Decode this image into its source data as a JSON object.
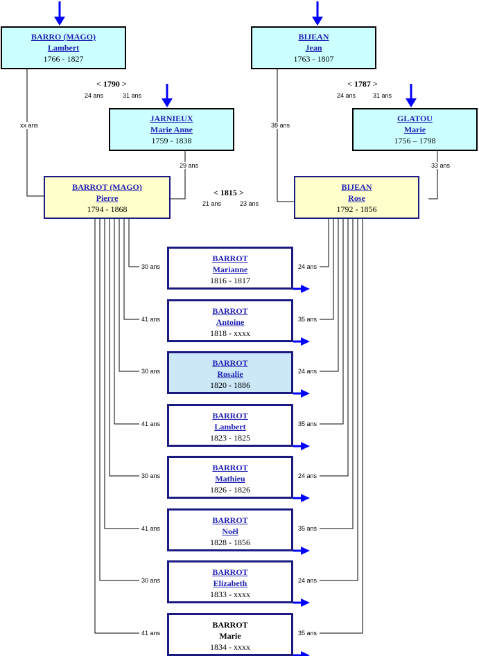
{
  "ancestors": {
    "barro_lambert": {
      "surname": "BARRO (MAGO)",
      "given": "Lambert",
      "years": "1766 - 1827"
    },
    "bijean_jean": {
      "surname": "BIJEAN",
      "given": "Jean",
      "years": "1763 - 1807"
    },
    "jarnieux_marie": {
      "surname": "JARNIEUX",
      "given": "Marie Anne",
      "years": "1759 - 1838"
    },
    "glatou_marie": {
      "surname": "GLATOU",
      "given": "Marie",
      "years": "1756 – 1798"
    }
  },
  "parents": {
    "father": {
      "surname": "BARROT (MAGO)",
      "given": "Pierre",
      "years": "1794 - 1868"
    },
    "mother": {
      "surname": "BIJEAN",
      "given": "Rose",
      "years": "1792 - 1856"
    }
  },
  "marriages": {
    "gp_paternal": {
      "year": "< 1790 >",
      "age_left": "24 ans",
      "age_right": "31 ans"
    },
    "gp_maternal": {
      "year": "< 1787 >",
      "age_left": "24 ans",
      "age_right": "31 ans"
    },
    "parents": {
      "year": "< 1815 >",
      "age_left": "21 ans",
      "age_right": "23 ans"
    }
  },
  "ages": {
    "lambert": "xx ans",
    "marie_anne": "29 ans",
    "jean": "38 ans",
    "glatou": "33 ans"
  },
  "children": [
    {
      "surname": "BARROT",
      "given": "Marianne",
      "years": "1816 - 1817",
      "age_father": "30 ans",
      "age_mother": "24 ans",
      "link": true
    },
    {
      "surname": "BARROT",
      "given": "Antoine",
      "years": "1818 - xxxx",
      "age_father": "41 ans",
      "age_mother": "35 ans",
      "link": true
    },
    {
      "surname": "BARROT",
      "given": "Rosalie",
      "years": "1820 - 1886",
      "age_father": "30 ans",
      "age_mother": "24 ans",
      "link": true
    },
    {
      "surname": "BARROT",
      "given": "Lambert",
      "years": "1823 - 1825",
      "age_father": "41 ans",
      "age_mother": "35 ans",
      "link": true
    },
    {
      "surname": "BARROT",
      "given": "Mathieu",
      "years": "1826 - 1826",
      "age_father": "30 ans",
      "age_mother": "24 ans",
      "link": true
    },
    {
      "surname": "BARROT",
      "given": "Noël",
      "years": "1828 - 1856",
      "age_father": "41 ans",
      "age_mother": "35 ans",
      "link": true
    },
    {
      "surname": "BARROT",
      "given": "Elizabeth",
      "years": "1833 - xxxx",
      "age_father": "30 ans",
      "age_mother": "24 ans",
      "link": true
    },
    {
      "surname": "BARROT",
      "given": "Marie",
      "years": "1834 - xxxx",
      "age_father": "41 ans",
      "age_mother": "35 ans",
      "link": false
    }
  ],
  "colors": {
    "ancestor_fill": "#ccffff",
    "parent_fill": "#ffffcc",
    "child_fill": "#ffffff",
    "highlight_fill": "#cce8f8",
    "arrow": "#0000ff",
    "link": "#1f1fb5"
  },
  "icons": {
    "up": "arrow-down-icon",
    "child": "arrow-right-icon"
  }
}
